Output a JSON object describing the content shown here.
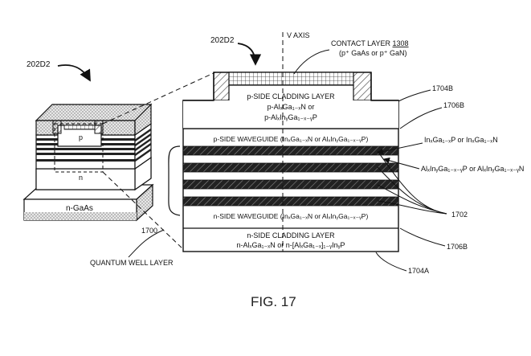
{
  "diagram": {
    "left_ref": "202D2",
    "right_ref": "202D2",
    "v_axis": "V AXIS",
    "contact": {
      "title": "CONTACT LAYER ",
      "number": "1308",
      "material": "(p⁺ GaAs or p⁺ GaN)"
    },
    "p_cladding": {
      "title": "p-SIDE CLADDING LAYER",
      "line2": "p-AlₓGa₁₋ₓN or",
      "line3": "p-AlₓInᵧGa₁₋ₓ₋ᵧP"
    },
    "p_waveguide": "p-SIDE WAVEGUIDE (InₓGa₁₋ₓN or AlₓInᵧGa₁₋ₓ₋ᵧP)",
    "n_waveguide": "n-SIDE WAVEGUIDE (InₓGa₁₋ₓN or AlₓInᵧGa₁₋ₓ₋ᵧP)",
    "n_cladding": {
      "title": "n-SIDE CLADDING LAYER",
      "line2": "n-AlₓGa₁₋ₓN or n-[AlₓGa₁₋ₓ]₁₋ᵧInᵧP"
    },
    "well_material": "InₓGa₁₋ₓP or InₓGa₁₋ₓN",
    "barrier_material": "AlₓInᵧGa₁₋ₓ₋ᵧP or AlₓInᵧGa₁₋ₓ₋ᵧN",
    "ref_1704B": "1704B",
    "ref_1706B_top": "1706B",
    "ref_1702": "1702",
    "ref_1706B_bottom": "1706B",
    "ref_1704A": "1704A",
    "ref_1700": "1700",
    "qw_label": "QUANTUM WELL LAYER",
    "left_p": "p",
    "left_n": "n",
    "left_ngaas": "n-GaAs",
    "fig_label": "FIG. 17"
  }
}
